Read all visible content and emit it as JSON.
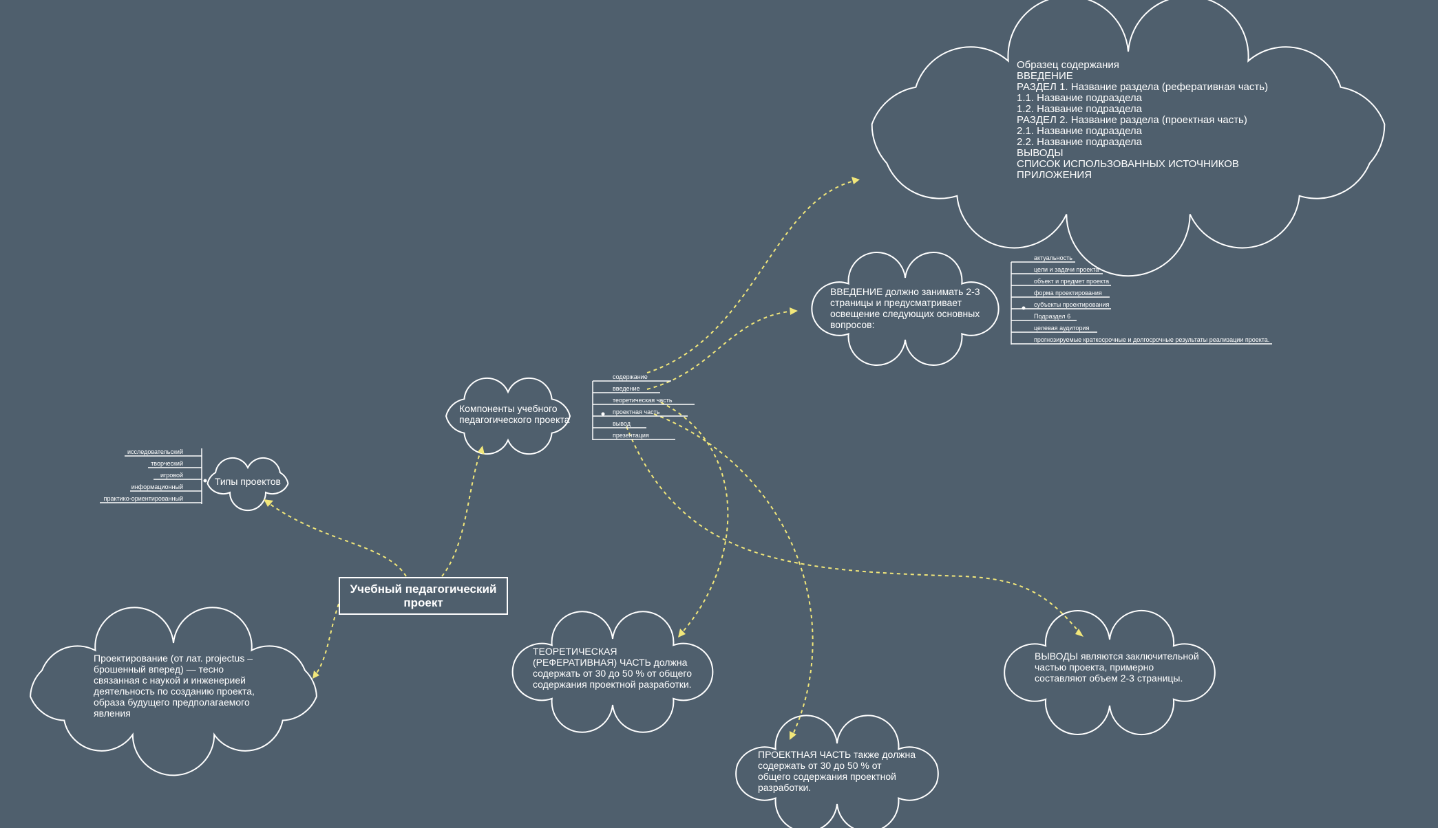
{
  "root": {
    "title": "Учебный педагогический\nпроект"
  },
  "clouds": {
    "components": [
      "Компоненты учебного",
      "педагогического проекта"
    ],
    "types": [
      "Типы проектов"
    ],
    "definition": [
      "Проектирование (от лат. projectus –",
      "брошенный вперед) — тесно",
      "связанная с наукой и инженерией",
      "деятельность по созданию проекта,",
      "образа будущего предполагаемого",
      "явления"
    ],
    "contents": [
      "Образец содержания",
      "ВВЕДЕНИЕ",
      "РАЗДЕЛ 1. Название раздела (реферативная часть)",
      "1.1. Название подраздела",
      "1.2. Название подраздела",
      "РАЗДЕЛ 2. Название раздела (проектная часть)",
      "2.1. Название подраздела",
      "2.2. Название подраздела",
      "ВЫВОДЫ",
      "СПИСОК ИСПОЛЬЗОВАННЫХ ИСТОЧНИКОВ",
      "ПРИЛОЖЕНИЯ"
    ],
    "intro": [
      "ВВЕДЕНИЕ должно занимать 2-3",
      "страницы и предусматривает",
      "освещение следующих основных",
      "вопросов:"
    ],
    "theory": [
      "ТЕОРЕТИЧЕСКАЯ",
      "(РЕФЕРАТИВНАЯ) ЧАСТЬ должна",
      "содержать от 30 до 50 % от общего",
      "содержания проектной разработки."
    ],
    "project_part": [
      "ПРОЕКТНАЯ ЧАСТЬ также должна",
      "содержать от 30 до 50 % от",
      "общего содержания проектной",
      "разработки."
    ],
    "conclusions": [
      "ВЫВОДЫ являются заключительной",
      "частью проекта, примерно",
      "составляют объем 2-3 страницы."
    ]
  },
  "lists": {
    "project_types": [
      "исследовательский",
      "творческий",
      "игровой",
      "информационный",
      "практико-ориентированный"
    ],
    "components": [
      "содержание",
      "введение",
      "теоретическая часть",
      "проектная часть",
      "вывод",
      "презентация"
    ],
    "intro_questions": [
      "актуальность",
      "цели и задачи проекта",
      "объект и предмет проекта",
      "форма проектирования",
      "субъекты проектирования",
      "Подраздел 6",
      "целевая аудитория",
      "прогнозируемые краткосрочные и долгосрочные результаты реализации проекта."
    ]
  },
  "colors": {
    "background": "#4f5f6d",
    "connector": "#f2e77a",
    "outline": "#ffffff"
  }
}
